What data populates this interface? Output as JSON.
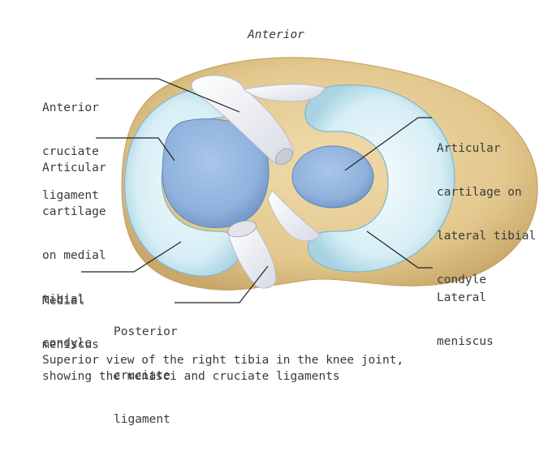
{
  "orientation_label": "Anterior",
  "labels": {
    "acl": [
      "Anterior",
      "cruciate",
      "ligament"
    ],
    "medial_cartilage": [
      "Articular",
      "cartilage",
      "on medial",
      "tibial",
      "condyle"
    ],
    "lateral_cartilage": [
      "Articular",
      "cartilage on",
      "lateral tibial",
      "condyle"
    ],
    "medial_meniscus": [
      "Medial",
      "meniscus"
    ],
    "lateral_meniscus": [
      "Lateral",
      "meniscus"
    ],
    "pcl": [
      "Posterior",
      "cruciate",
      "ligament"
    ]
  },
  "caption": [
    "Superior view of the right tibia in the knee joint,",
    "showing the menisci and cruciate ligaments"
  ],
  "colors": {
    "bone": "#e3c88e",
    "meniscus": "#cfe9f2",
    "cartilage": "#8fb4de",
    "ligament": "#eef0f4",
    "leader_line": "#222222"
  }
}
